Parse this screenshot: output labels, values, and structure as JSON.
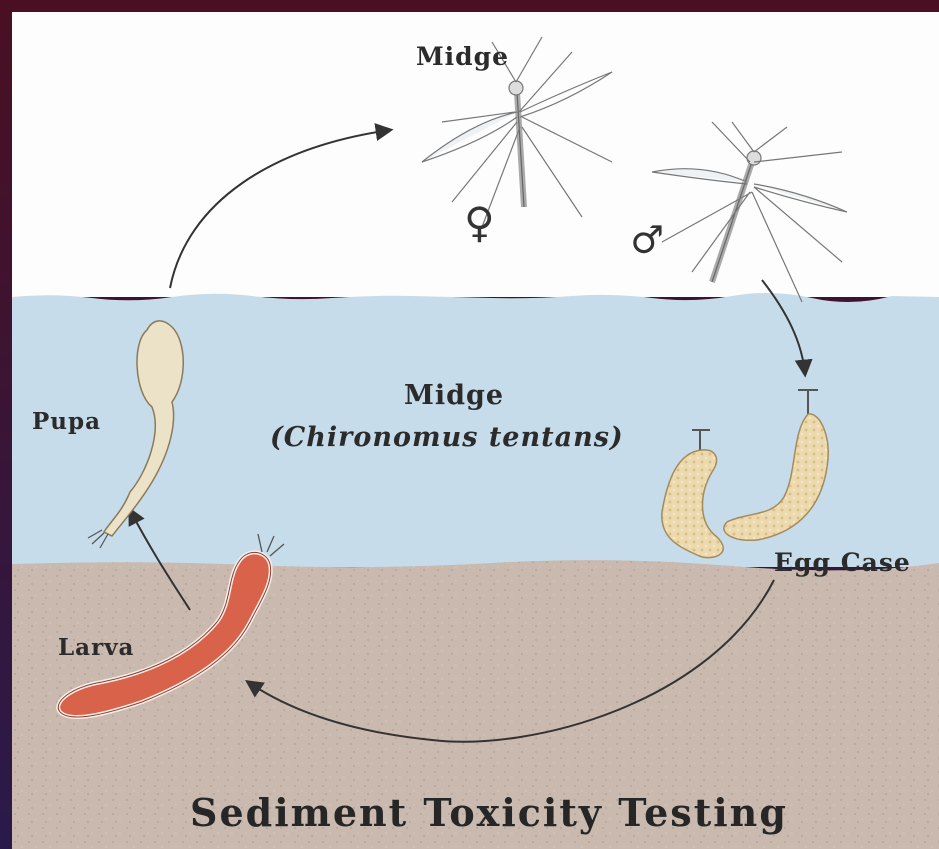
{
  "diagram": {
    "labels": {
      "midge_top": "Midge",
      "female_symbol": "♀",
      "male_symbol": "♂",
      "midge_center": "Midge",
      "species": "(Chironomus tentans)",
      "pupa": "Pupa",
      "egg_case": "Egg Case",
      "larva": "Larva",
      "title": "Sediment Toxicity Testing"
    },
    "colors": {
      "frame": "#4a0f22",
      "sky": "#ffffff",
      "water": "#c5dcea",
      "sediment": "#c8b8ad",
      "larva": "#d9624a",
      "pupa": "#e8dcc0",
      "egg_case": "#ead9b0",
      "arrow": "#333333"
    },
    "icons": [
      "female-midge-icon",
      "male-midge-icon",
      "pupa-icon",
      "larva-icon",
      "egg-case-icon"
    ]
  }
}
